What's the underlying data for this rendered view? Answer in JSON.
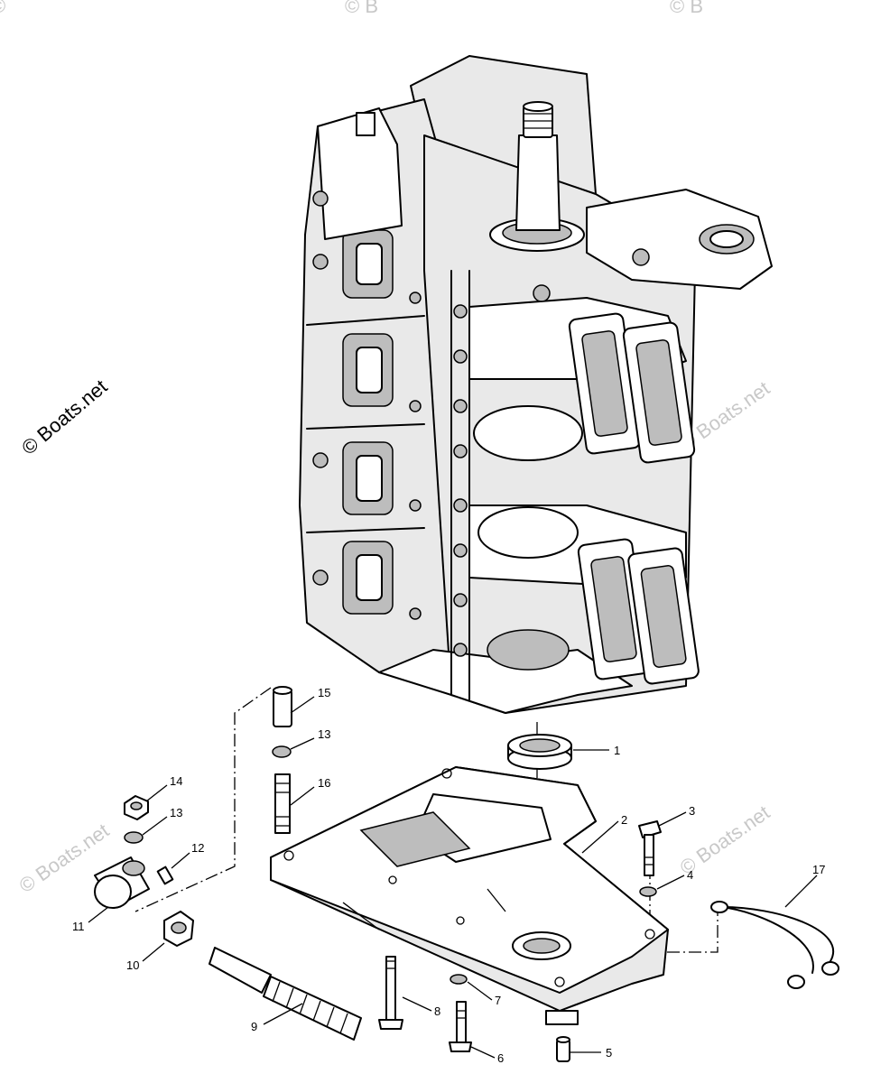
{
  "diagram": {
    "watermarks": [
      "© Boats.net",
      "© Boats.net",
      "© Boats.net",
      "© Boats.net"
    ],
    "callouts": [
      {
        "id": "c1",
        "label": "1"
      },
      {
        "id": "c2",
        "label": "2"
      },
      {
        "id": "c3",
        "label": "3"
      },
      {
        "id": "c4",
        "label": "4"
      },
      {
        "id": "c5",
        "label": "5"
      },
      {
        "id": "c6",
        "label": "6"
      },
      {
        "id": "c7",
        "label": "7"
      },
      {
        "id": "c8",
        "label": "8"
      },
      {
        "id": "c9",
        "label": "9"
      },
      {
        "id": "c10",
        "label": "10"
      },
      {
        "id": "c11",
        "label": "11"
      },
      {
        "id": "c12",
        "label": "12"
      },
      {
        "id": "c13a",
        "label": "13"
      },
      {
        "id": "c13b",
        "label": "13"
      },
      {
        "id": "c14",
        "label": "14"
      },
      {
        "id": "c15",
        "label": "15"
      },
      {
        "id": "c16",
        "label": "16"
      },
      {
        "id": "c17",
        "label": "17"
      }
    ]
  }
}
